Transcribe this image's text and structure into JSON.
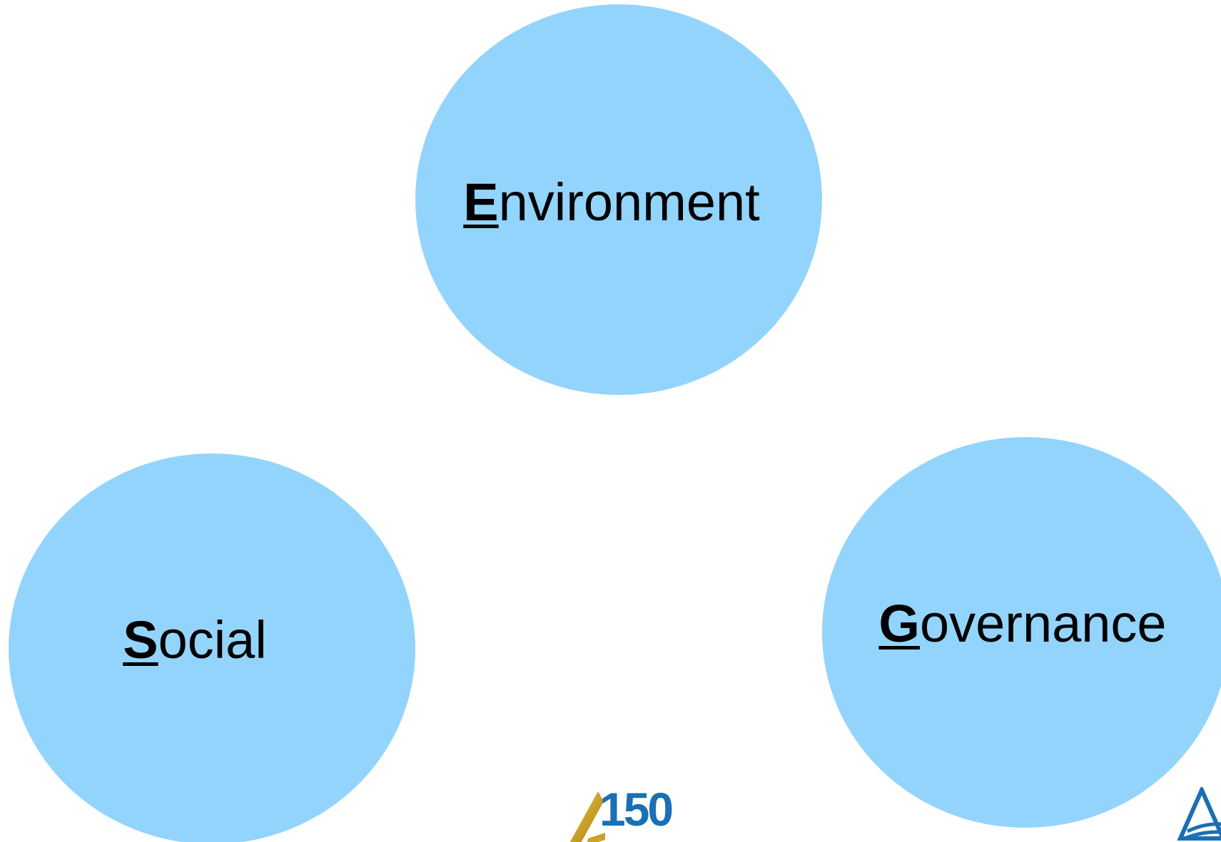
{
  "colors": {
    "circle_fill": "#93d4fc",
    "text": "#000000",
    "logo_blue": "#1a6fb5",
    "logo_gold": "#c9a227"
  },
  "pillars": [
    {
      "initial": "E",
      "rest": "nvironment"
    },
    {
      "initial": "S",
      "rest": "ocial"
    },
    {
      "initial": "G",
      "rest": "overnance"
    }
  ],
  "anniversary_logo": {
    "text": "150",
    "icon": "triangle-logo-icon"
  },
  "corner_logo": {
    "icon": "triangle-logo-icon"
  }
}
